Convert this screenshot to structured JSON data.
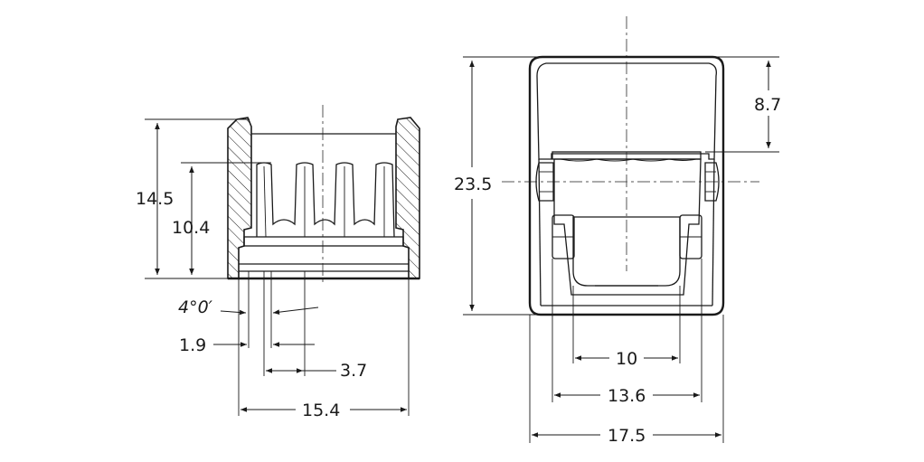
{
  "views": {
    "side_section": {
      "dimensions": {
        "height_overall": "14.5",
        "height_teeth": "10.4",
        "draft_angle": "4°0′",
        "wall_thickness": "1.9",
        "tooth_pitch": "3.7",
        "width_overall": "15.4"
      }
    },
    "front": {
      "dimensions": {
        "height_overall": "23.5",
        "top_offset": "8.7",
        "inner_width": "10",
        "pad_width": "13.6",
        "width_overall": "17.5"
      }
    }
  }
}
